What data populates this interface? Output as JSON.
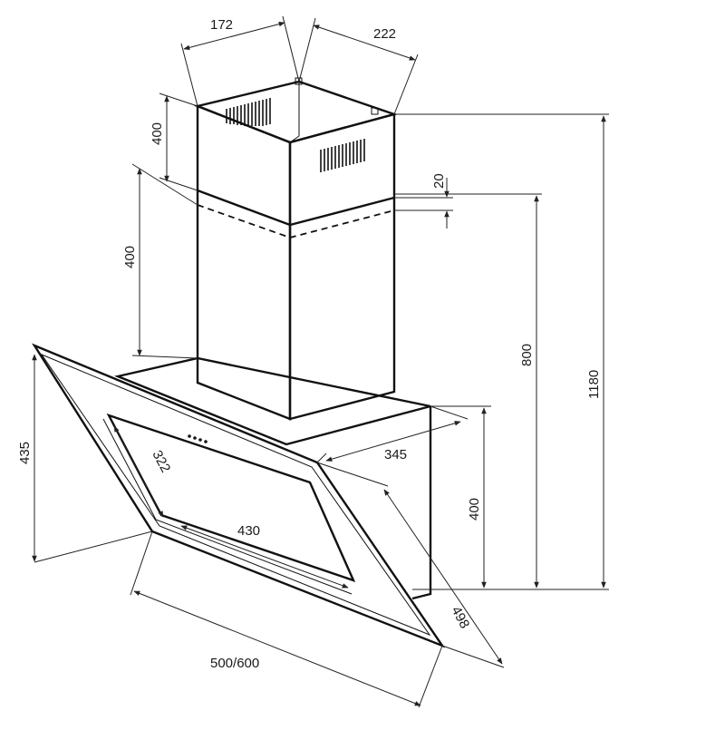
{
  "dimensions": {
    "chimney_width": "172",
    "chimney_depth": "222",
    "upper_chimney_height": "400",
    "lower_chimney_height": "400",
    "overlap": "20",
    "max_height": "1180",
    "min_height": "800",
    "body_depth": "345",
    "body_height": "400",
    "panel_height": "435",
    "filter_height": "322",
    "filter_width": "430",
    "hood_width": "500/600",
    "panel_depth": "498"
  }
}
